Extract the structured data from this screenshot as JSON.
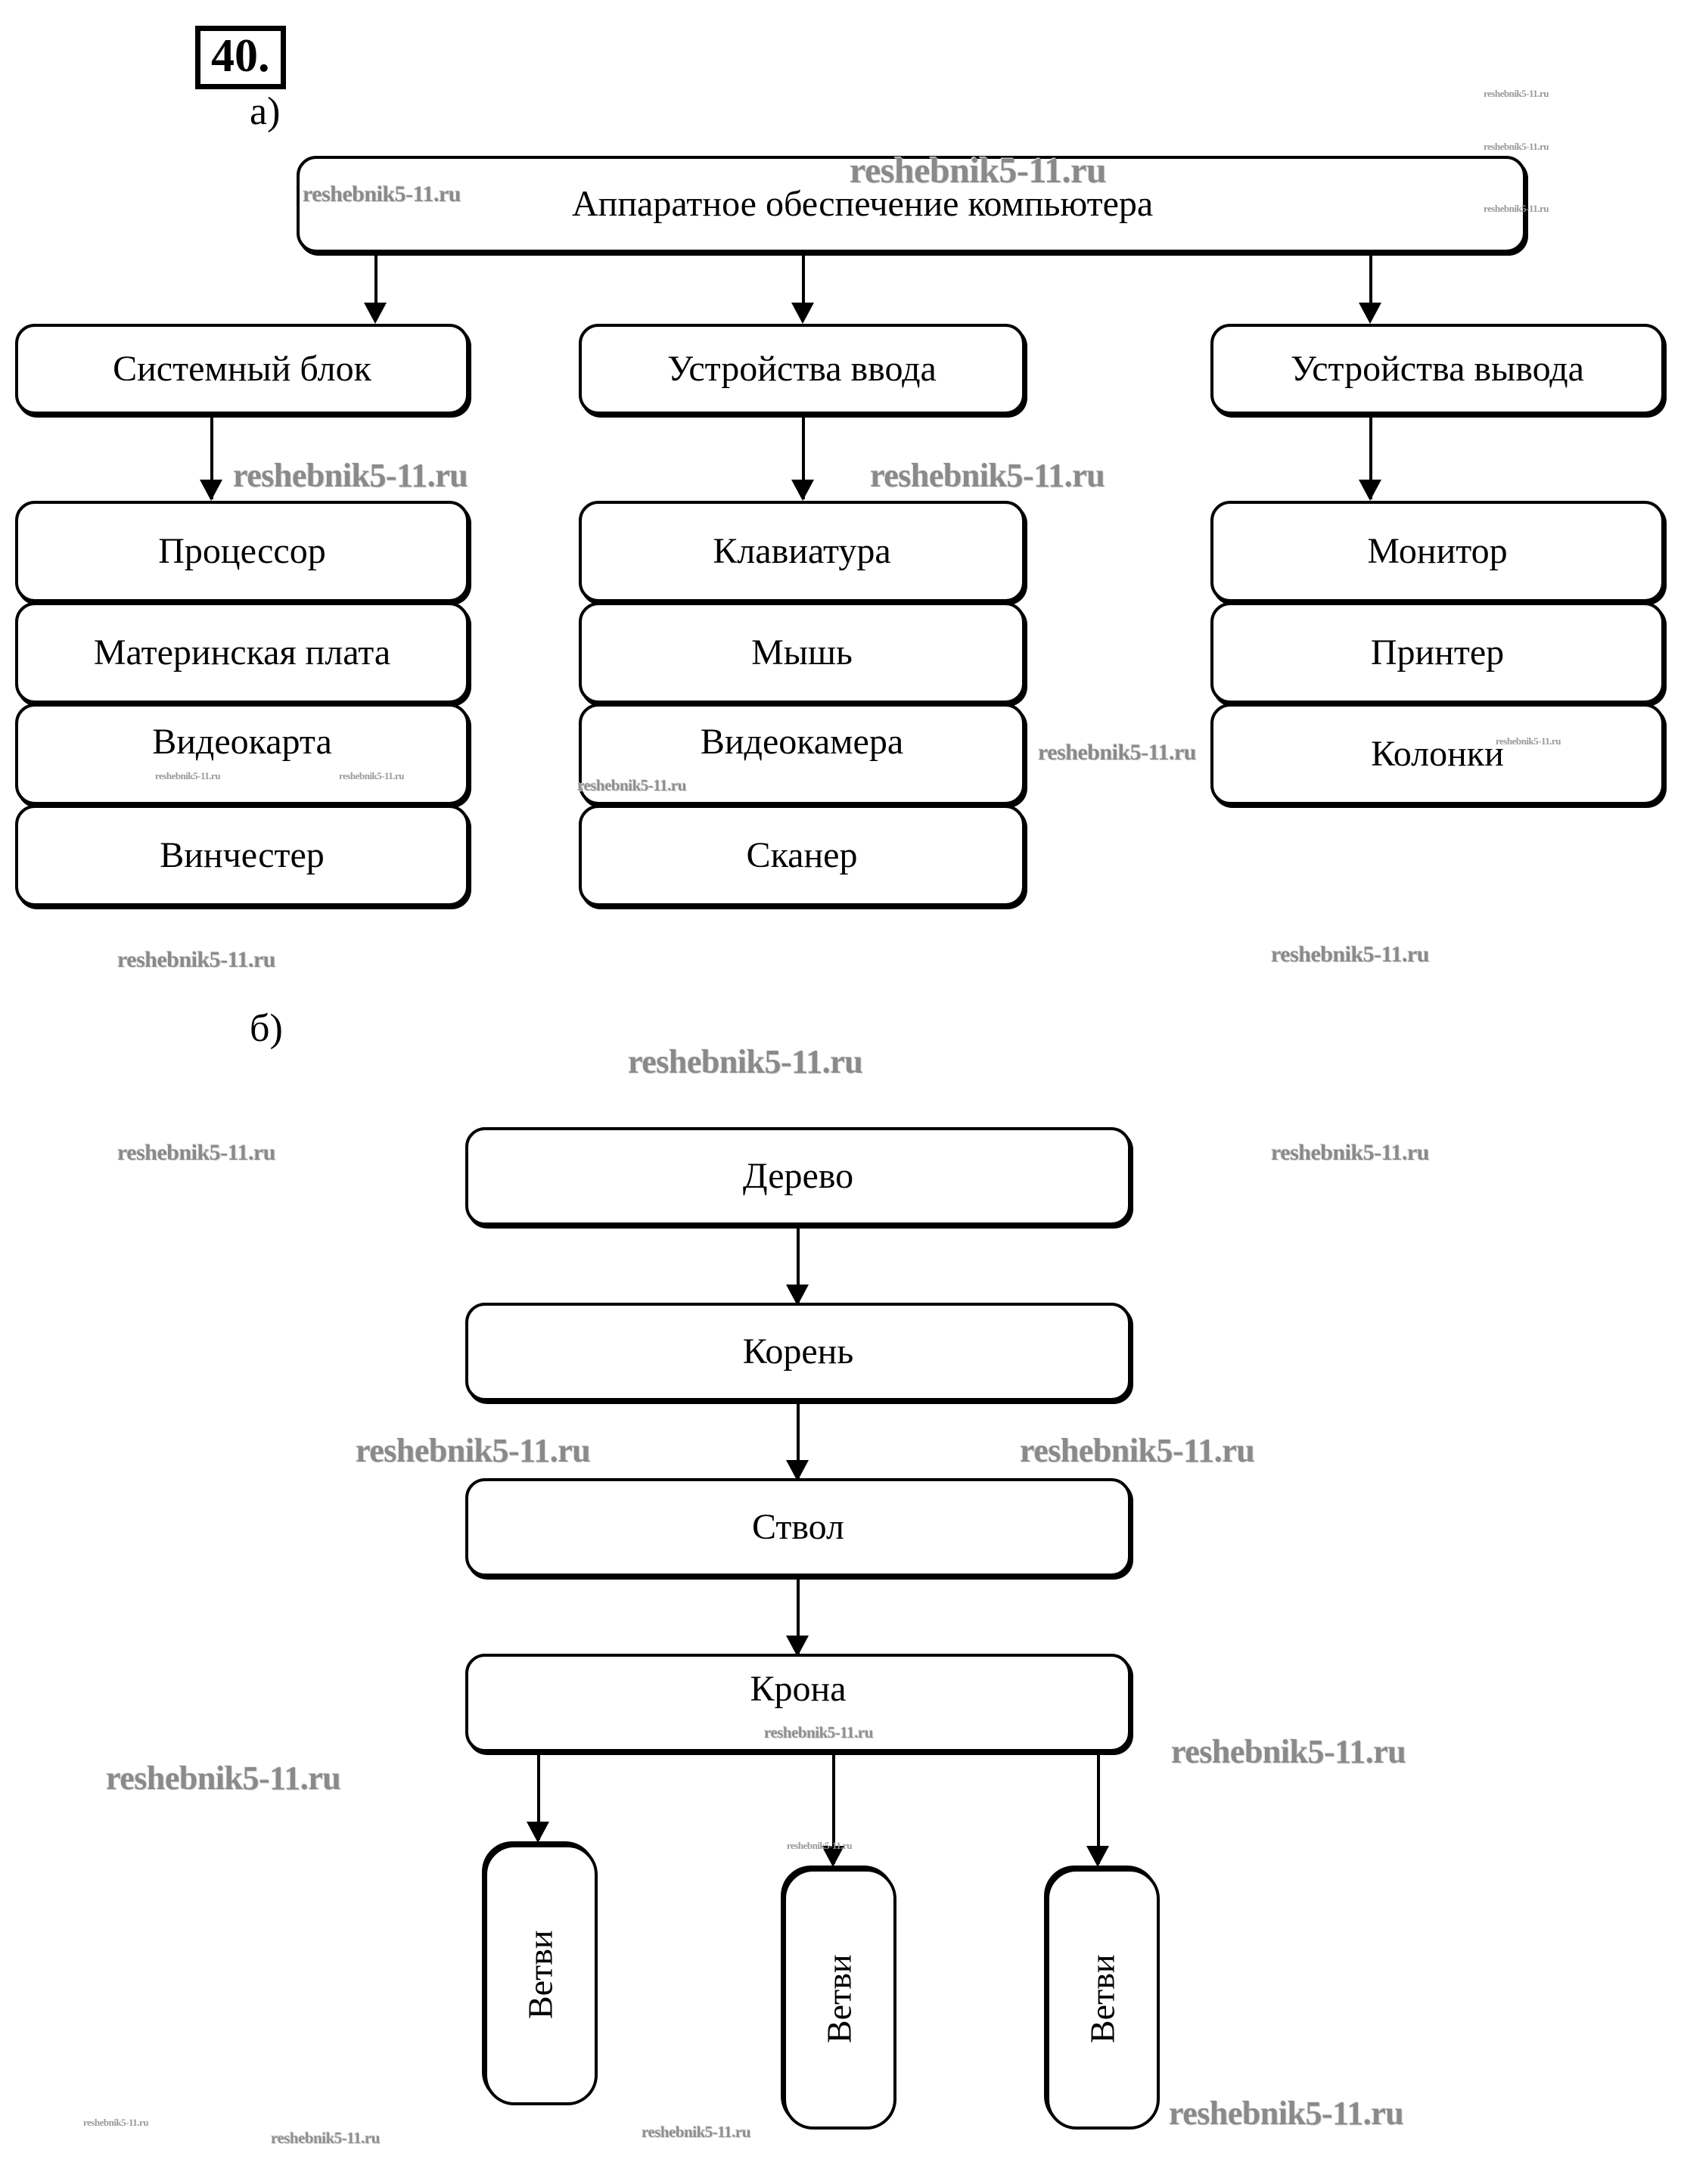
{
  "exercise": {
    "number": "40.",
    "part_a_label": "а)",
    "part_b_label": "б)"
  },
  "diagram_a": {
    "root": "Аппаратное обеспечение компьютера",
    "branches": [
      {
        "title": "Системный блок",
        "children": [
          "Процессор",
          "Материнская плата",
          "Видеокарта",
          "Винчестер"
        ]
      },
      {
        "title": "Устройства ввода",
        "children": [
          "Клавиатура",
          "Мышь",
          "Видеокамера",
          "Сканер"
        ]
      },
      {
        "title": "Устройства вывода",
        "children": [
          "Монитор",
          "Принтер",
          "Колонки"
        ]
      }
    ]
  },
  "diagram_b": {
    "chain": [
      "Дерево",
      "Корень",
      "Ствол",
      "Крона"
    ],
    "leaves": [
      "Ветви",
      "Ветви",
      "Ветви"
    ]
  },
  "watermark": {
    "text": "reshebnik5-11.ru"
  }
}
